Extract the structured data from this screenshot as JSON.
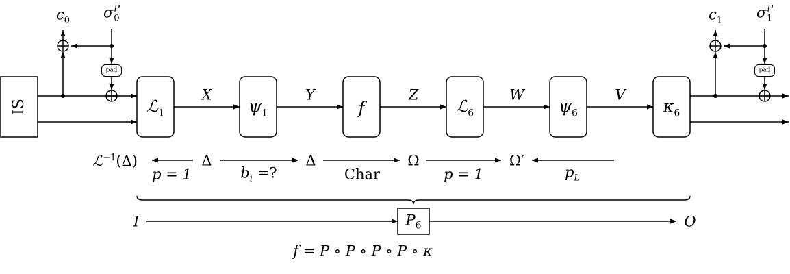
{
  "left": {
    "source": "IS",
    "c": "c",
    "c_sub": "0",
    "sigma": "σ",
    "sigma_sub": "0",
    "sigma_sup": "P",
    "pad": "pad"
  },
  "right": {
    "c": "c",
    "c_sub": "1",
    "sigma": "σ",
    "sigma_sub": "1",
    "sigma_sup": "P",
    "pad": "pad"
  },
  "blocks": [
    {
      "sym": "ℒ",
      "sub": "1"
    },
    {
      "sym": "ψ",
      "sub": "1"
    },
    {
      "sym": "f",
      "sub": ""
    },
    {
      "sym": "ℒ",
      "sub": "6"
    },
    {
      "sym": "ψ",
      "sub": "6"
    },
    {
      "sym": "κ",
      "sub": "6"
    }
  ],
  "edges": [
    "X",
    "Y",
    "Z",
    "W",
    "V"
  ],
  "chain": {
    "t0": "ℒ",
    "t0_sup": "−1",
    "t0_arg": "(Δ)",
    "t1": "Δ",
    "t2": "Δ",
    "t3": "Ω",
    "t4": "Ω′",
    "l1": "p = 1",
    "l2_b": "b",
    "l2_i": "i",
    "l2_rest": " =?",
    "l3": "Char",
    "l4": "p = 1",
    "l5_p": "p",
    "l5_L": "L"
  },
  "bottom": {
    "input": "I",
    "box": "P",
    "box_sub": "6",
    "output": "O",
    "formula": "f = P ∘ P ∘ P ∘ P ∘ κ"
  }
}
